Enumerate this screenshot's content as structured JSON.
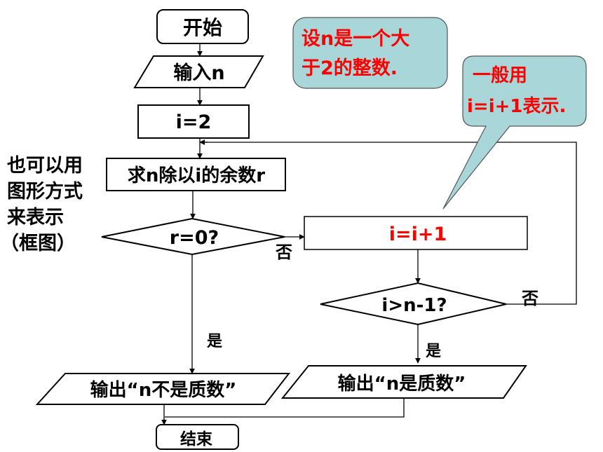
{
  "flowchart": {
    "start": "开始",
    "input": "输入n",
    "init": "i=2",
    "compute": "求n除以i的余数r",
    "cond1": "r=0?",
    "increment": "i=i+1",
    "cond2": "i>n-1?",
    "output_not_prime": "输出“n不是质数”",
    "output_prime": "输出“n是质数”",
    "end": "结束"
  },
  "edge_labels": {
    "cond1_no": "否",
    "cond1_yes": "是",
    "cond2_no": "否",
    "cond2_yes": "是"
  },
  "side_note": [
    "也可以用",
    "图形方式",
    "来表示",
    "（框图）"
  ],
  "callout_1": [
    "设n是一个大",
    "于2的整数."
  ],
  "callout_2": [
    "一般用",
    "i=i+1表示."
  ],
  "colors": {
    "callout_fill": "#a9d7d9",
    "callout_text": "#ff0000",
    "highlight_text": "#ff0000",
    "line": "#000000"
  }
}
